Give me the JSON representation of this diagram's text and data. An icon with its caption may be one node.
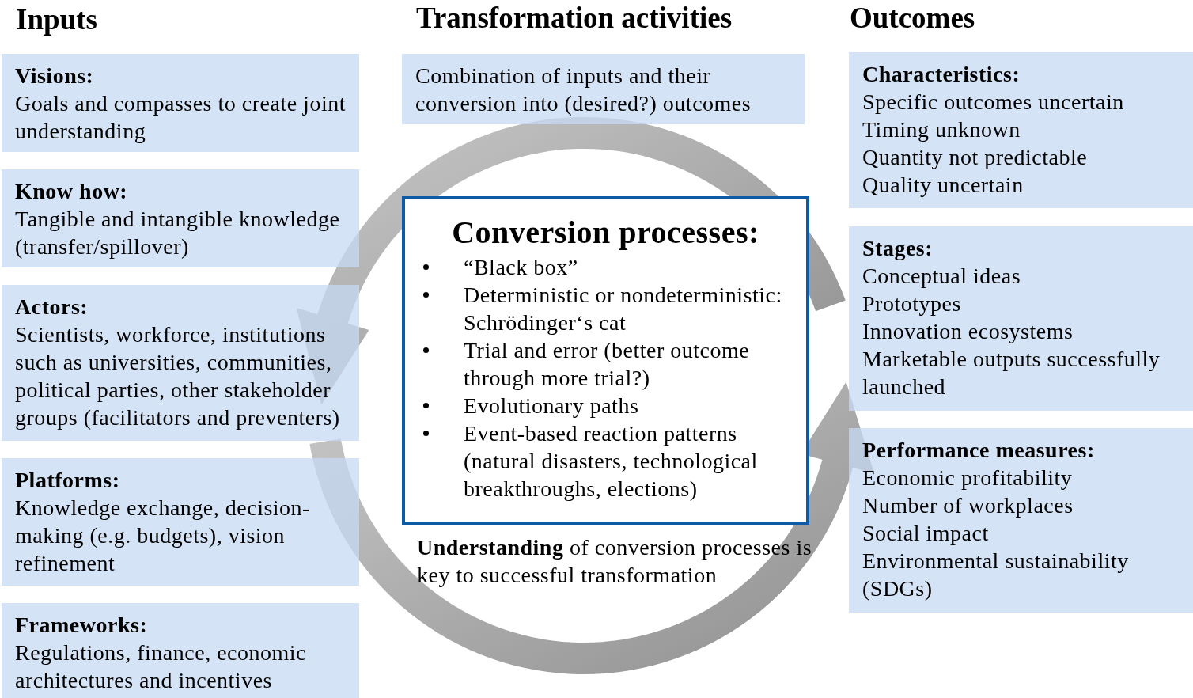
{
  "diagram": {
    "nodes": [
      {
        "text": [
          "Visions:",
          "Goals and compasses to create joint understanding"
        ]
      },
      {
        "text": [
          "Know how:",
          "Tangible and intangible knowledge (transfer/spillover)"
        ]
      },
      {
        "text": [
          "Actors:",
          "Scientists, workforce, institutions such as universities, communities, political parties, other stakeholder groups (facilitators and preventers)"
        ]
      },
      {
        "text": [
          "Platforms:",
          "Knowledge exchange, decision-making (e.g. budgets), vision refinement"
        ]
      },
      {
        "text": [
          "Frameworks:",
          "Regulations, finance, economic architectures and incentives"
        ]
      },
      {
        "text": [
          "Combination of inputs and their conversion into (desired?) outcomes"
        ]
      },
      {
        "text": [
          "Conversion processes:",
          "“Black box”",
          "Deterministic or nondeterministic: Schrödinger‘s cat",
          "Trial and error (better outcome through more trial?)",
          "Evolutionary paths",
          "Event-based reaction patterns (natural disasters, technological breakthroughs, elections)"
        ]
      },
      {
        "text": [
          "Characteristics:",
          "Specific outcomes uncertain",
          "Timing unknown",
          "Quantity not predictable",
          "Quality uncertain"
        ]
      },
      {
        "text": [
          "Stages:",
          "Conceptual ideas",
          "Prototypes",
          "Innovation ecosystems",
          "Marketable outputs successfully launched"
        ]
      },
      {
        "text": [
          "Performance measures:",
          "Economic profitability",
          "Number of workplaces",
          "Social impact",
          "Environmental sustainability (SDGs)"
        ]
      }
    ],
    "labels": [
      "Inputs",
      "Transformation activities",
      "Outcomes",
      "**Understanding** of conversion processes is key to successful transformation"
    ]
  }
}
